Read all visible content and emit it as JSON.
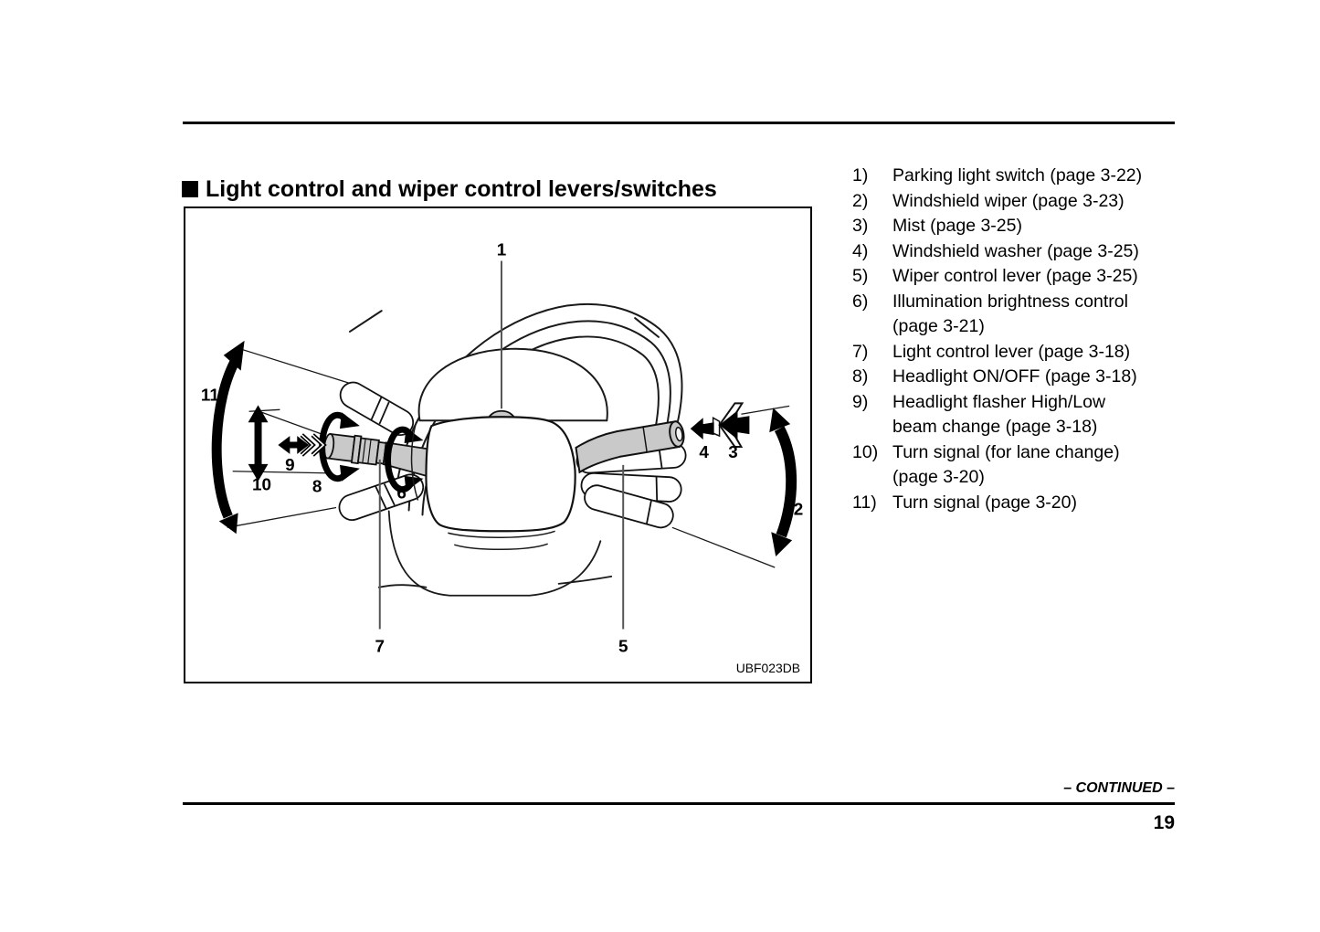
{
  "title": {
    "text": "Light control and wiper control levers/switches"
  },
  "figure": {
    "code": "UBF023DB",
    "callouts": [
      "1",
      "2",
      "3",
      "4",
      "5",
      "6",
      "7",
      "8",
      "9",
      "10",
      "11"
    ]
  },
  "legend": {
    "items": [
      {
        "num": "1)",
        "text": "Parking light switch (page 3-22)"
      },
      {
        "num": "2)",
        "text": "Windshield wiper (page 3-23)"
      },
      {
        "num": "3)",
        "text": "Mist (page 3-25)"
      },
      {
        "num": "4)",
        "text": "Windshield washer (page 3-25)"
      },
      {
        "num": "5)",
        "text": "Wiper control lever (page 3-25)"
      },
      {
        "num": "6)",
        "text": "Illumination brightness control (page 3-21)"
      },
      {
        "num": "7)",
        "text": "Light control lever (page 3-18)"
      },
      {
        "num": "8)",
        "text": "Headlight ON/OFF (page 3-18)"
      },
      {
        "num": "9)",
        "text": "Headlight flasher High/Low beam change (page 3-18)"
      },
      {
        "num": "10)",
        "text": "Turn signal (for lane change) (page 3-20)"
      },
      {
        "num": "11)",
        "text": "Turn signal (page 3-20)"
      }
    ]
  },
  "footer": {
    "continued": "– CONTINUED –",
    "page_number": "19"
  },
  "colors": {
    "lever_gray": "#c9c9c9",
    "line_black": "#111111",
    "callout_line_gray": "#555555"
  }
}
